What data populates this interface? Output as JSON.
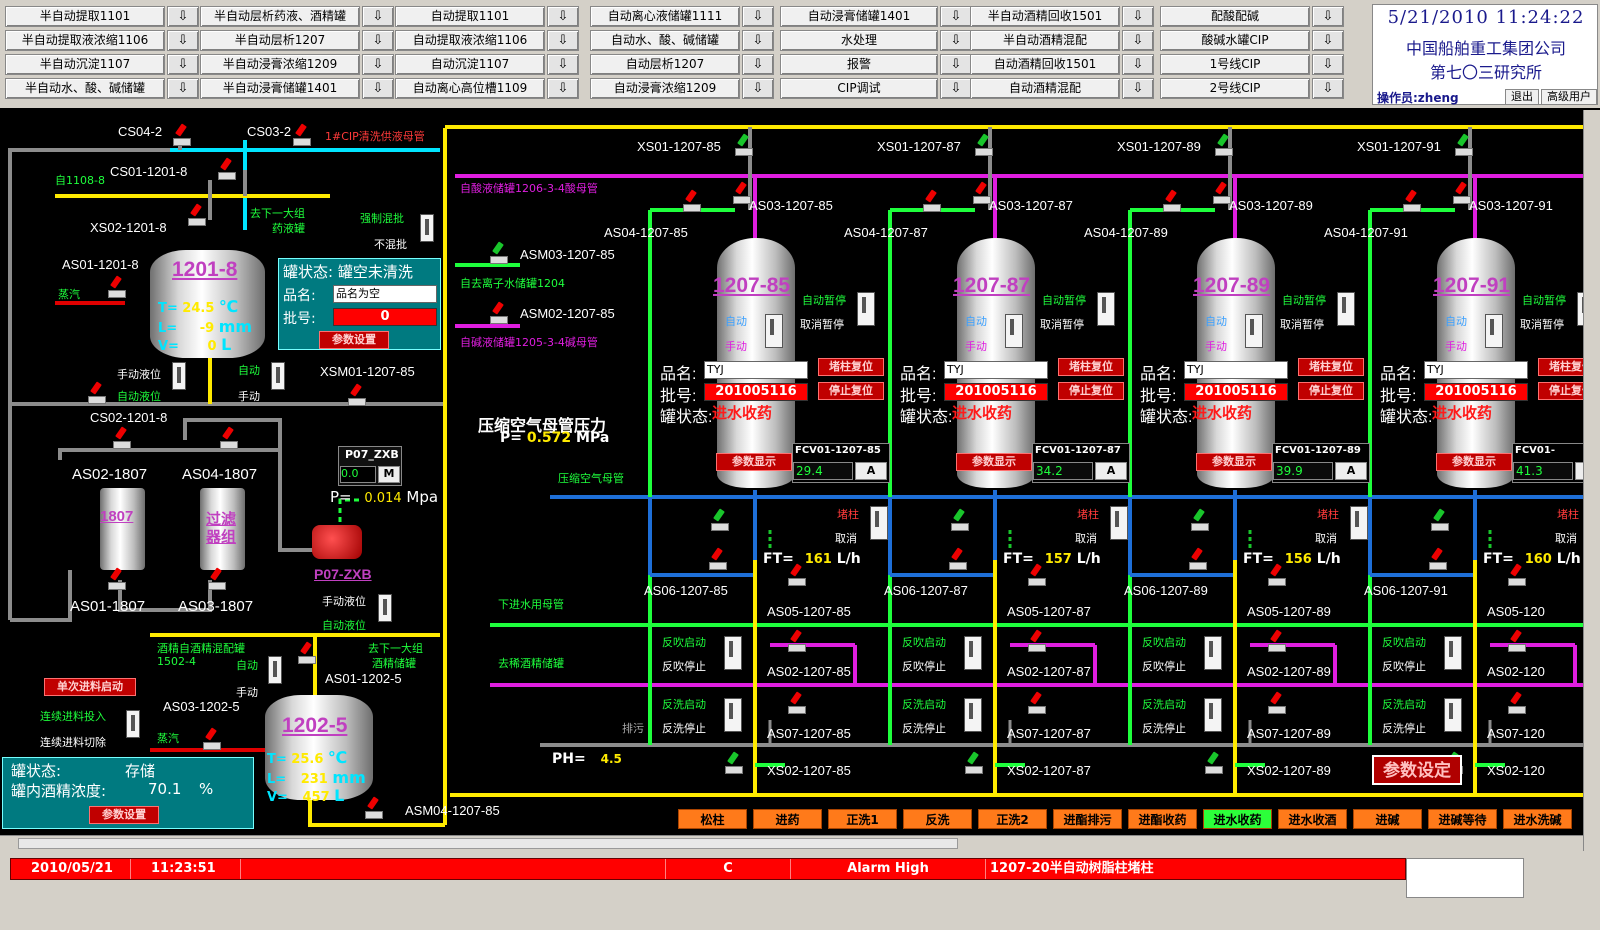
{
  "toolbar": {
    "col1": [
      "半自动提取1101",
      "半自动提取液浓缩1106",
      "半自动沉淀1107",
      "半自动水、酸、碱储罐"
    ],
    "col2": [
      "半自动层析药液、酒精罐",
      "半自动层析1207",
      "半自动浸膏浓缩1209",
      "半自动浸膏储罐1401"
    ],
    "col3": [
      "自动提取1101",
      "自动提取液浓缩1106",
      "自动沉淀1107",
      "自动离心高位槽1109"
    ],
    "col4": [
      "自动离心液储罐1111",
      "自动水、酸、碱储罐",
      "自动层析1207",
      "自动浸膏浓缩1209"
    ],
    "col5": [
      "自动浸膏储罐1401",
      "水处理",
      "报警",
      "CIP调试"
    ],
    "col6": [
      "半自动酒精回收1501",
      "半自动酒精混配",
      "自动酒精回收1501",
      "自动酒精混配"
    ],
    "col7": [
      "配酸配碱",
      "酸碱水罐CIP",
      "1号线CIP",
      "2号线CIP"
    ],
    "arrow": "⇩",
    "clock": "5/21/2010 11:24:22",
    "corp": "中国船舶重工集团公司",
    "inst": "第七〇三研究所",
    "operator": "操作员:zheng",
    "exit": "退出",
    "admin": "高级用户"
  },
  "left": {
    "cs04": "CS04-2",
    "cs03": "CS03-2",
    "cip_supply": "1#CIP清洗供液母管",
    "from1108": "自1108-8",
    "cs01": "CS01-1201-8",
    "xs02": "XS02-1201-8",
    "to_next": "去下一大组",
    "to_next2": "药液罐",
    "force_mix": "强制混批",
    "no_mix": "不混批",
    "as01": "AS01-1201-8",
    "steam": "蒸汽",
    "tank_1201": "1201-8",
    "t_lbl": "T=",
    "t_val": "24.5",
    "t_unit": "℃",
    "l_lbl": "L=",
    "l_val": "-9",
    "l_unit": "mm",
    "v_lbl": "V=",
    "v_val": "0",
    "v_unit": "L",
    "manual_level": "手动液位",
    "auto_level": "自动液位",
    "auto": "自动",
    "manual": "手动",
    "xsm01": "XSM01-1207-85",
    "state_title": "罐状态: 罐空未清洗",
    "product_lbl": "品名:",
    "product_val": "品名为空",
    "batch_lbl": "批号:",
    "batch_val": "0",
    "param_btn": "参数设置",
    "cs02": "CS02-1201-8",
    "as02_1807": "AS02-1807",
    "as04_1807": "AS04-1807",
    "tank_1807": "1807",
    "filter": "过滤",
    "filter2": "器组",
    "as01_1807": "AS01-1807",
    "as03_1807": "AS03-1807",
    "pump_name": "P07_ZXB",
    "pump_val": "0.0",
    "pump_m": "M",
    "p_lbl": "P=",
    "p_val": "0.014",
    "p_unit": "Mpa",
    "pump_tag": "P07-ZXB",
    "manual_level2": "手动液位",
    "auto_level2": "自动液位",
    "alc_tank": "酒精自酒精混配罐",
    "alc_tank2": "1502-4",
    "to_next_b": "去下一大组",
    "to_next_b2": "酒精储罐",
    "as01_1202": "AS01-1202-5",
    "as03_1202": "AS03-1202-5",
    "single_feed": "单次进料启动",
    "cont_feed_on": "连续进料投入",
    "cont_feed_off": "连续进料切除",
    "steam2": "蒸汽",
    "tank_1202": "1202-5",
    "t2_val": "25.6",
    "l2_val": "231",
    "v2_val": "457",
    "state2_lbl": "罐状态:",
    "state2_val": "存储",
    "alc_lbl": "罐内酒精浓度:",
    "alc_val": "70.1",
    "alc_unit": "%",
    "param_btn2": "参数设置",
    "asm04": "ASM04-1207-85"
  },
  "mid": {
    "acid_main": "自酸液储罐1206-3-4酸母管",
    "asm03": "ASM03-1207-85",
    "ion_water": "自去离子水储罐1204",
    "asm02": "ASM02-1207-85",
    "alkali_main": "自碱液储罐1205-3-4碱母管",
    "air_title": "压缩空气母管压力",
    "air_p_lbl": "P=",
    "air_p_val": "0.572",
    "air_p_unit": "MPa",
    "air_main": "压缩空气母管",
    "drain_main": "下进水用母管",
    "to_alc": "去稀酒精储罐",
    "discharge": "排污",
    "ph_lbl": "PH=",
    "ph_val": "4.5"
  },
  "columns": [
    {
      "id": "1207-85",
      "xs01": "XS01-1207-85",
      "as03": "AS03-1207-85",
      "as04": "AS04-1207-85",
      "fcv": "FCV01-1207-85",
      "fcv_val": "29.4",
      "ft": "161",
      "as06": "AS06-1207-85",
      "as05": "AS05-1207-85",
      "as02": "AS02-1207-85",
      "as07": "AS07-1207-85",
      "xs02": "XS02-1207-85",
      "prod": "TYJ",
      "batch": "201005116",
      "state": "进水收药"
    },
    {
      "id": "1207-87",
      "xs01": "XS01-1207-87",
      "as03": "AS03-1207-87",
      "as04": "AS04-1207-87",
      "fcv": "FCV01-1207-87",
      "fcv_val": "34.2",
      "ft": "157",
      "as06": "AS06-1207-87",
      "as05": "AS05-1207-87",
      "as02": "AS02-1207-87",
      "as07": "AS07-1207-87",
      "xs02": "XS02-1207-87",
      "prod": "TYJ",
      "batch": "201005116",
      "state": "进水收药"
    },
    {
      "id": "1207-89",
      "xs01": "XS01-1207-89",
      "as03": "AS03-1207-89",
      "as04": "AS04-1207-89",
      "fcv": "FCV01-1207-89",
      "fcv_val": "39.9",
      "ft": "156",
      "as06": "AS06-1207-89",
      "as05": "AS05-1207-89",
      "as02": "AS02-1207-89",
      "as07": "AS07-1207-89",
      "xs02": "XS02-1207-89",
      "prod": "TYJ",
      "batch": "201005116",
      "state": "进水收药"
    },
    {
      "id": "1207-91",
      "xs01": "XS01-1207-91",
      "as03": "AS03-1207-91",
      "as04": "AS04-1207-91",
      "fcv": "FCV01-",
      "fcv_val": "41.3",
      "ft": "160",
      "as06": "AS06-1207-91",
      "as05": "AS05-120",
      "as02": "AS02-120",
      "as07": "AS07-120",
      "xs02": "XS02-120",
      "prod": "TYJ",
      "batch": "201005116",
      "state": "进水收药"
    }
  ],
  "colcommon": {
    "auto_pause": "自动暂停",
    "cancel_pause": "取消暂停",
    "auto": "自动",
    "manual": "手动",
    "prod_lbl": "品名:",
    "batch_lbl": "批号:",
    "state_lbl": "罐状态:",
    "reset_block": "堵柱复位",
    "reset_stop": "停止复位",
    "param_show": "参数显示",
    "fcv_a": "A",
    "block": "堵柱",
    "cancel": "取消",
    "ft_lbl": "FT=",
    "ft_unit": "L/h",
    "backblow_on": "反吹启动",
    "backblow_off": "反吹停止",
    "backwash_on": "反洗启动",
    "backwash_off": "反洗停止"
  },
  "param_set_main": "参数设定",
  "seq_buttons": [
    "松柱",
    "进药",
    "正洗1",
    "反洗",
    "正洗2",
    "进酯排污",
    "进酯收药",
    "进水收药",
    "进水收酒",
    "进碱",
    "进碱等待",
    "进水洗碱"
  ],
  "seq_active": 7,
  "alarm": {
    "date": "2010/05/21",
    "time": "11:23:51",
    "cls": "C",
    "type": "Alarm High",
    "msg": "1207-20半自动树脂柱堵柱"
  },
  "colors": {
    "red": "#ff0000",
    "green": "#1eff3c",
    "yellow": "#ffea00",
    "magenta": "#e01ee0",
    "blue": "#1e6fd8",
    "cyan": "#00e5ff",
    "grey": "#8c8c8c",
    "orange": "#ff7a1a"
  }
}
